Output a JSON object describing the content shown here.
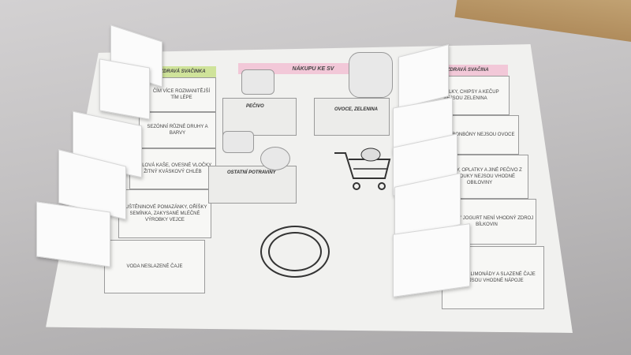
{
  "poster": {
    "center_title": "NÁKUPU KE SV",
    "left_header": "ZDRAVÁ SVAČINKA",
    "right_header": "NEZDRAVÁ SVAČINA"
  },
  "left_items": [
    {
      "text": "ČÍM VÍCE ROZMANITĚJŠÍ TÍM LÉPE"
    },
    {
      "text": "SEZÓNNÍ RŮZNÉ DRUHY A BARVY"
    },
    {
      "text": "JÁHLOVÁ KAŠE, OVESNÉ VLOČKY, ŽITNÝ KVÁSKOVÝ CHLÉB"
    },
    {
      "text": "LUŠTĚNINOVÉ POMAZÁNKY, OŘÍŠKY SEMÍNKA, ZAKYSANÉ MLÉČNÉ VÝROBKY VEJCE"
    },
    {
      "text": "VODA NESLAZENÉ ČAJE"
    }
  ],
  "right_items": [
    {
      "text": "HRANOLKY, CHIPSY A KEČUP NEJSOU ZELENINA"
    },
    {
      "text": "OVOCNÉ BONBÓNY NEJSOU OVOCE"
    },
    {
      "text": "SUŠENKY, OPLATKY A JINÉ PEČIVO Z BÍLÉ MOUKY NEJSOU VHODNÉ OBILOVINY"
    },
    {
      "text": "SLAZENÝ JOGURT NENÍ VHODNÝ ZDROJ BÍLKOVIN"
    },
    {
      "text": "SLADKÉ LIMONÁDY A SLAZENÉ ČAJE NEJSOU VHODNÉ NÁPOJE"
    }
  ],
  "pockets": [
    {
      "label": "PEČIVO"
    },
    {
      "label": "OVOCE, ZELENINA"
    },
    {
      "label": "OSTATNÍ POTRAVINY"
    }
  ],
  "colors": {
    "green_header": "#cfe39a",
    "pink_header": "#f2c8d8"
  }
}
